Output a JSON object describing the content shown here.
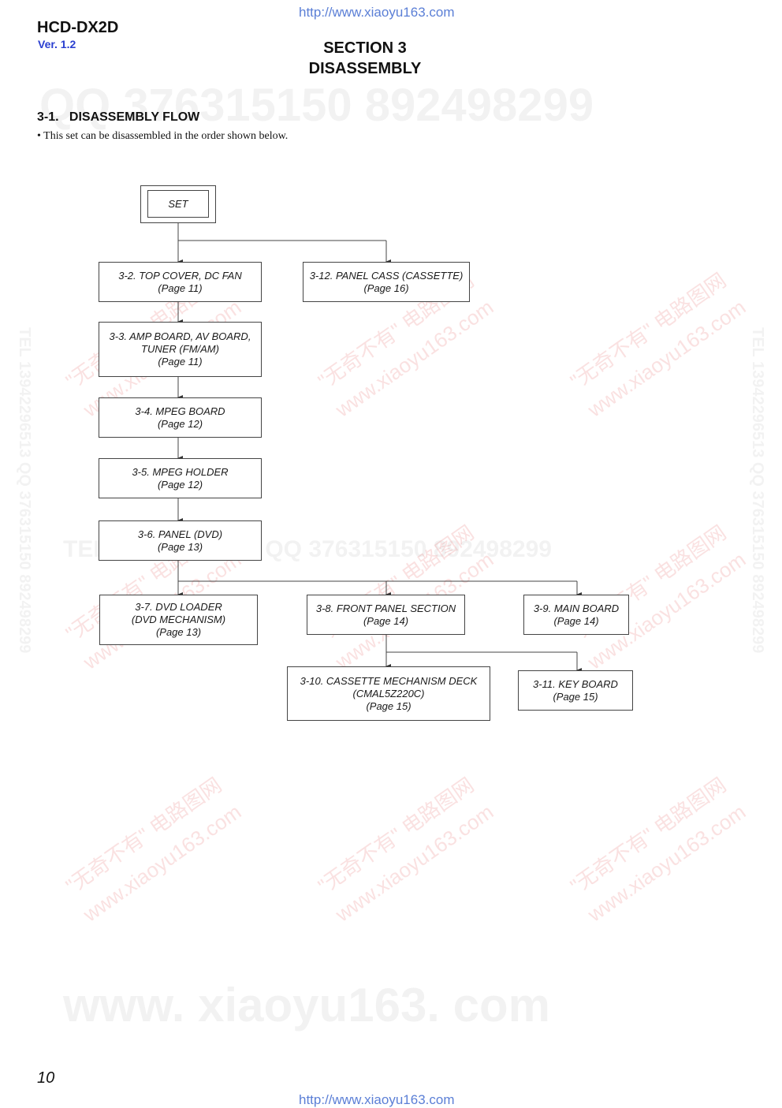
{
  "header": {
    "url_top": "http://www.xiaoyu163.com",
    "model": "HCD-DX2D",
    "version": "Ver. 1.2",
    "section_line1": "SECTION 3",
    "section_line2": "DISASSEMBLY"
  },
  "content": {
    "heading": "3-1.   DISASSEMBLY FLOW",
    "bullet": "•  This set can be disassembled in the order shown below."
  },
  "flow": {
    "set": "SET",
    "top_cover": {
      "line1": "3-2. TOP COVER, DC FAN",
      "line2": "(Page 11)"
    },
    "panel_cass": {
      "line1": "3-12. PANEL CASS (CASSETTE)",
      "line2": "(Page 16)"
    },
    "amp_board": {
      "line1": "3-3. AMP BOARD, AV BOARD,",
      "line2": "TUNER (FM/AM)",
      "line3": "(Page 11)"
    },
    "mpeg_board": {
      "line1": "3-4. MPEG BOARD",
      "line2": "(Page 12)"
    },
    "mpeg_holder": {
      "line1": "3-5. MPEG HOLDER",
      "line2": "(Page 12)"
    },
    "panel_dvd": {
      "line1": "3-6. PANEL (DVD)",
      "line2": "(Page 13)"
    },
    "dvd_loader": {
      "line1": "3-7. DVD LOADER",
      "line2": "(DVD MECHANISM)",
      "line3": "(Page 13)"
    },
    "front_panel": {
      "line1": "3-8. FRONT PANEL SECTION",
      "line2": "(Page 14)"
    },
    "main_board": {
      "line1": "3-9. MAIN BOARD",
      "line2": "(Page 14)"
    },
    "cassette_deck": {
      "line1": "3-10. CASSETTE MECHANISM DECK",
      "line2": "(CMAL5Z220C)",
      "line3": "(Page 15)"
    },
    "key_board": {
      "line1": "3-11. KEY BOARD",
      "line2": "(Page 15)"
    }
  },
  "watermarks": {
    "qq_top": "QQ 376315150   892498299",
    "tel_mid": "TEL 13942296513   QQ 376315150  892498299",
    "vertical": "TEL 13942296513  QQ 376315150  892498299",
    "www": "www. xiaoyu163. com",
    "cn_text": "\"无奇不有\" 电路图网",
    "site": "www.xiaoyu163.com"
  },
  "footer": {
    "page_number": "10",
    "url_bottom": "http://www.xiaoyu163.com"
  }
}
